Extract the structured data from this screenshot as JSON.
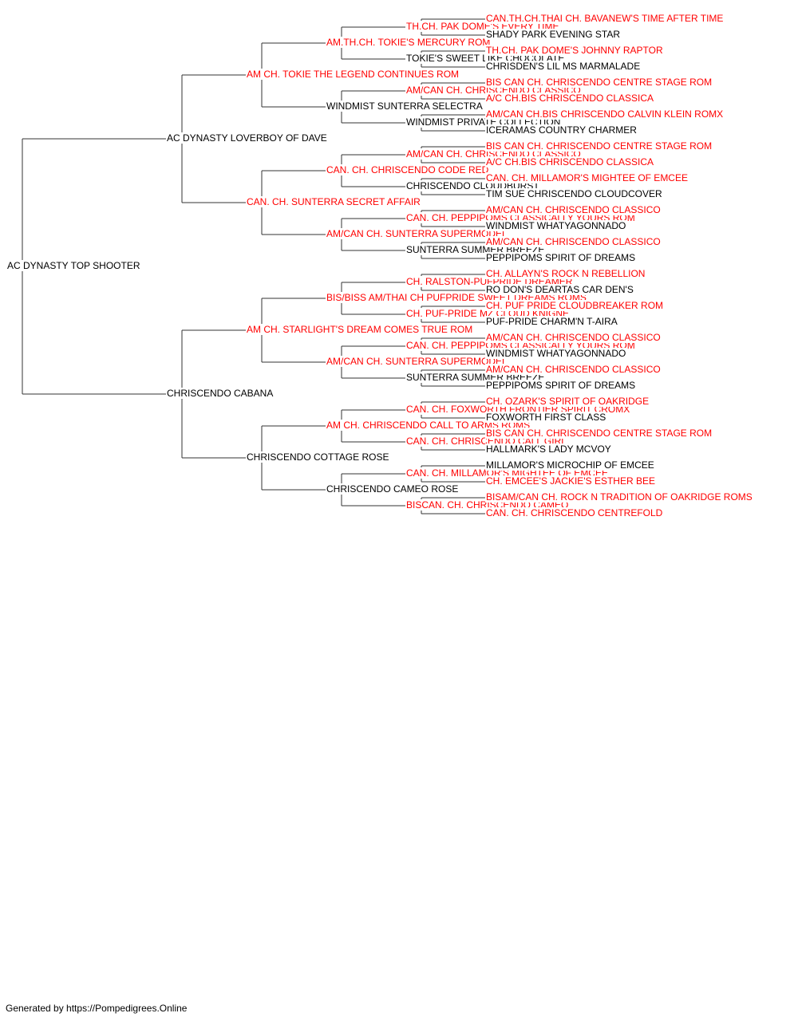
{
  "colors": {
    "titled": "#ff0000",
    "plain": "#000000",
    "line": "#333333"
  },
  "footer": "Generated by https://Pompedigrees.Online",
  "pedigree": {
    "name": "AC DYNASTY TOP SHOOTER",
    "titled": false,
    "sire": {
      "name": "AC DYNASTY LOVERBOY OF DAVE",
      "titled": false,
      "sire": {
        "name": "AM CH. TOKIE THE LEGEND CONTINUES ROM",
        "titled": true,
        "sire": {
          "name": "AM.TH.CH. TOKIE'S MERCURY ROM",
          "titled": true,
          "sire": {
            "name": "TH.CH. PAK DOME'S EVERY TIME",
            "titled": true,
            "sire": {
              "name": "CAN.TH.CH.THAI CH. BAVANEW'S TIME AFTER TIME",
              "titled": true
            },
            "dam": {
              "name": "SHADY PARK EVENING STAR",
              "titled": false
            }
          },
          "dam": {
            "name": "TOKIE'S SWEET LIKE CHOCOLATE",
            "titled": false,
            "sire": {
              "name": "TH.CH. PAK DOME'S JOHNNY RAPTOR",
              "titled": true
            },
            "dam": {
              "name": "CHRISDEN'S LIL MS MARMALADE",
              "titled": false
            }
          }
        },
        "dam": {
          "name": "WINDMIST SUNTERRA SELECTRA",
          "titled": false,
          "sire": {
            "name": "AM/CAN CH. CHRISCENDO CLASSICO",
            "titled": true,
            "sire": {
              "name": "BIS CAN CH. CHRISCENDO CENTRE STAGE ROM",
              "titled": true
            },
            "dam": {
              "name": "A/C CH.BIS CHRISCENDO CLASSICA",
              "titled": true
            }
          },
          "dam": {
            "name": "WINDMIST PRIVATE COLLECTION",
            "titled": false,
            "sire": {
              "name": "AM/CAN CH.BIS CHRISCENDO CALVIN KLEIN ROMX",
              "titled": true
            },
            "dam": {
              "name": "ICERAMAS COUNTRY CHARMER",
              "titled": false
            }
          }
        }
      },
      "dam": {
        "name": "CAN. CH. SUNTERRA SECRET AFFAIR",
        "titled": true,
        "sire": {
          "name": "CAN. CH. CHRISCENDO CODE RED",
          "titled": true,
          "sire": {
            "name": "AM/CAN CH. CHRISCENDO CLASSICO",
            "titled": true,
            "sire": {
              "name": "BIS CAN CH. CHRISCENDO CENTRE STAGE ROM",
              "titled": true
            },
            "dam": {
              "name": "A/C CH.BIS CHRISCENDO CLASSICA",
              "titled": true
            }
          },
          "dam": {
            "name": "CHRISCENDO CLOUDBURST",
            "titled": false,
            "sire": {
              "name": "CAN. CH. MILLAMOR'S MIGHTEE OF EMCEE",
              "titled": true
            },
            "dam": {
              "name": "TIM SUE CHRISCENDO CLOUDCOVER",
              "titled": false
            }
          }
        },
        "dam": {
          "name": "AM/CAN CH. SUNTERRA SUPERMODEL",
          "titled": true,
          "sire": {
            "name": "CAN. CH. PEPPIPOMS CLASSICALLY YOURS ROM",
            "titled": true,
            "sire": {
              "name": "AM/CAN CH. CHRISCENDO CLASSICO",
              "titled": true
            },
            "dam": {
              "name": "WINDMIST WHATYAGONNADO",
              "titled": false
            }
          },
          "dam": {
            "name": "SUNTERRA SUMMER BREEZE",
            "titled": false,
            "sire": {
              "name": "AM/CAN CH. CHRISCENDO CLASSICO",
              "titled": true
            },
            "dam": {
              "name": "PEPPIPOMS SPIRIT OF DREAMS",
              "titled": false
            }
          }
        }
      }
    },
    "dam": {
      "name": "CHRISCENDO CABANA",
      "titled": false,
      "sire": {
        "name": "AM CH. STARLIGHT'S DREAM COMES TRUE ROM",
        "titled": true,
        "sire": {
          "name": "BIS/BISS AM/THAI CH PUFPRIDE SWEET DREAMS ROMS",
          "titled": true,
          "sire": {
            "name": "CH. RALSTON-PUFPRIDE DREAMER",
            "titled": true,
            "sire": {
              "name": "CH. ALLAYN'S ROCK N REBELLION",
              "titled": true
            },
            "dam": {
              "name": "RO DON'S DEARTAS CAR DEN'S",
              "titled": false
            }
          },
          "dam": {
            "name": "CH. PUF-PRIDE MZ CLOUD KNIGNE",
            "titled": true,
            "sire": {
              "name": "CH. PUF PRIDE CLOUDBREAKER ROM",
              "titled": true
            },
            "dam": {
              "name": "PUF-PRIDE CHARM'N T-AIRA",
              "titled": false
            }
          }
        },
        "dam": {
          "name": "AM/CAN CH. SUNTERRA SUPERMODEL",
          "titled": true,
          "sire": {
            "name": "CAN. CH. PEPPIPOMS CLASSICALLY YOURS ROM",
            "titled": true,
            "sire": {
              "name": "AM/CAN CH. CHRISCENDO CLASSICO",
              "titled": true
            },
            "dam": {
              "name": "WINDMIST WHATYAGONNADO",
              "titled": false
            }
          },
          "dam": {
            "name": "SUNTERRA SUMMER BREEZE",
            "titled": false,
            "sire": {
              "name": "AM/CAN CH. CHRISCENDO CLASSICO",
              "titled": true
            },
            "dam": {
              "name": "PEPPIPOMS SPIRIT OF DREAMS",
              "titled": false
            }
          }
        }
      },
      "dam": {
        "name": "CHRISCENDO COTTAGE ROSE",
        "titled": false,
        "sire": {
          "name": "AM CH. CHRISCENDO CALL TO ARMS ROMS",
          "titled": true,
          "sire": {
            "name": "CAN. CH. FOXWORTH FRONTIER SPIRIT CROMX",
            "titled": true,
            "sire": {
              "name": "CH. OZARK'S SPIRIT OF OAKRIDGE",
              "titled": true
            },
            "dam": {
              "name": "FOXWORTH FIRST CLASS",
              "titled": false
            }
          },
          "dam": {
            "name": "CAN. CH. CHRISCENDO CALL GIRL",
            "titled": true,
            "sire": {
              "name": "BIS CAN CH. CHRISCENDO CENTRE STAGE ROM",
              "titled": true
            },
            "dam": {
              "name": "HALLMARK'S LADY MCVOY",
              "titled": false
            }
          }
        },
        "dam": {
          "name": "CHRISCENDO CAMEO ROSE",
          "titled": false,
          "sire": {
            "name": "CAN. CH. MILLAMOR'S MIGHTEE OF EMCEE",
            "titled": true,
            "sire": {
              "name": "MILLAMOR'S MICROCHIP OF EMCEE",
              "titled": false
            },
            "dam": {
              "name": "CH. EMCEE'S JACKIE'S ESTHER BEE",
              "titled": true
            }
          },
          "dam": {
            "name": "BISCAN. CH. CHRISCENDO CAMEO",
            "titled": true,
            "sire": {
              "name": "BISAM/CAN CH. ROCK N TRADITION OF OAKRIDGE ROMS",
              "titled": true
            },
            "dam": {
              "name": "CAN. CH. CHRISCENDO CENTREFOLD",
              "titled": true
            }
          }
        }
      }
    }
  }
}
